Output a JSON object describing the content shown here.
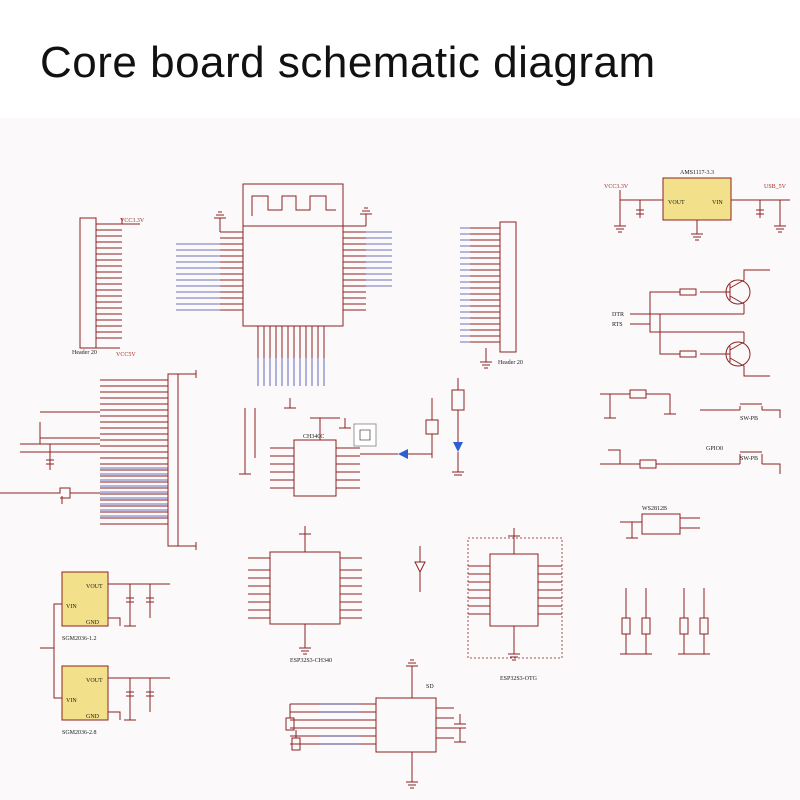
{
  "title": "Core board schematic diagram",
  "labels": {
    "regulator_top": "AMS1117-3.3",
    "vout": "VOUT",
    "vin": "VIN",
    "gnd": "GND",
    "vcc33": "VCC3.3V",
    "usb5v": "USB_5V",
    "header_left": "Header 20",
    "header_right": "Header 20",
    "ch340": "ESP32S3-CH340",
    "otg": "ESP32S3-OTG",
    "ch340c": "CH340C",
    "reg12": "SGM2036-1.2",
    "reg28": "SGM2036-2.8",
    "sd": "SD",
    "ws": "WS2812B",
    "rst_btn": "SW-PB",
    "boot_btn": "SW-PB",
    "gpio0": "GPIO0"
  },
  "colors": {
    "wire": "#8c2323",
    "bus": "#3d48a8",
    "ic_fill": "#f2e08a",
    "led": "#2e5fd0"
  }
}
